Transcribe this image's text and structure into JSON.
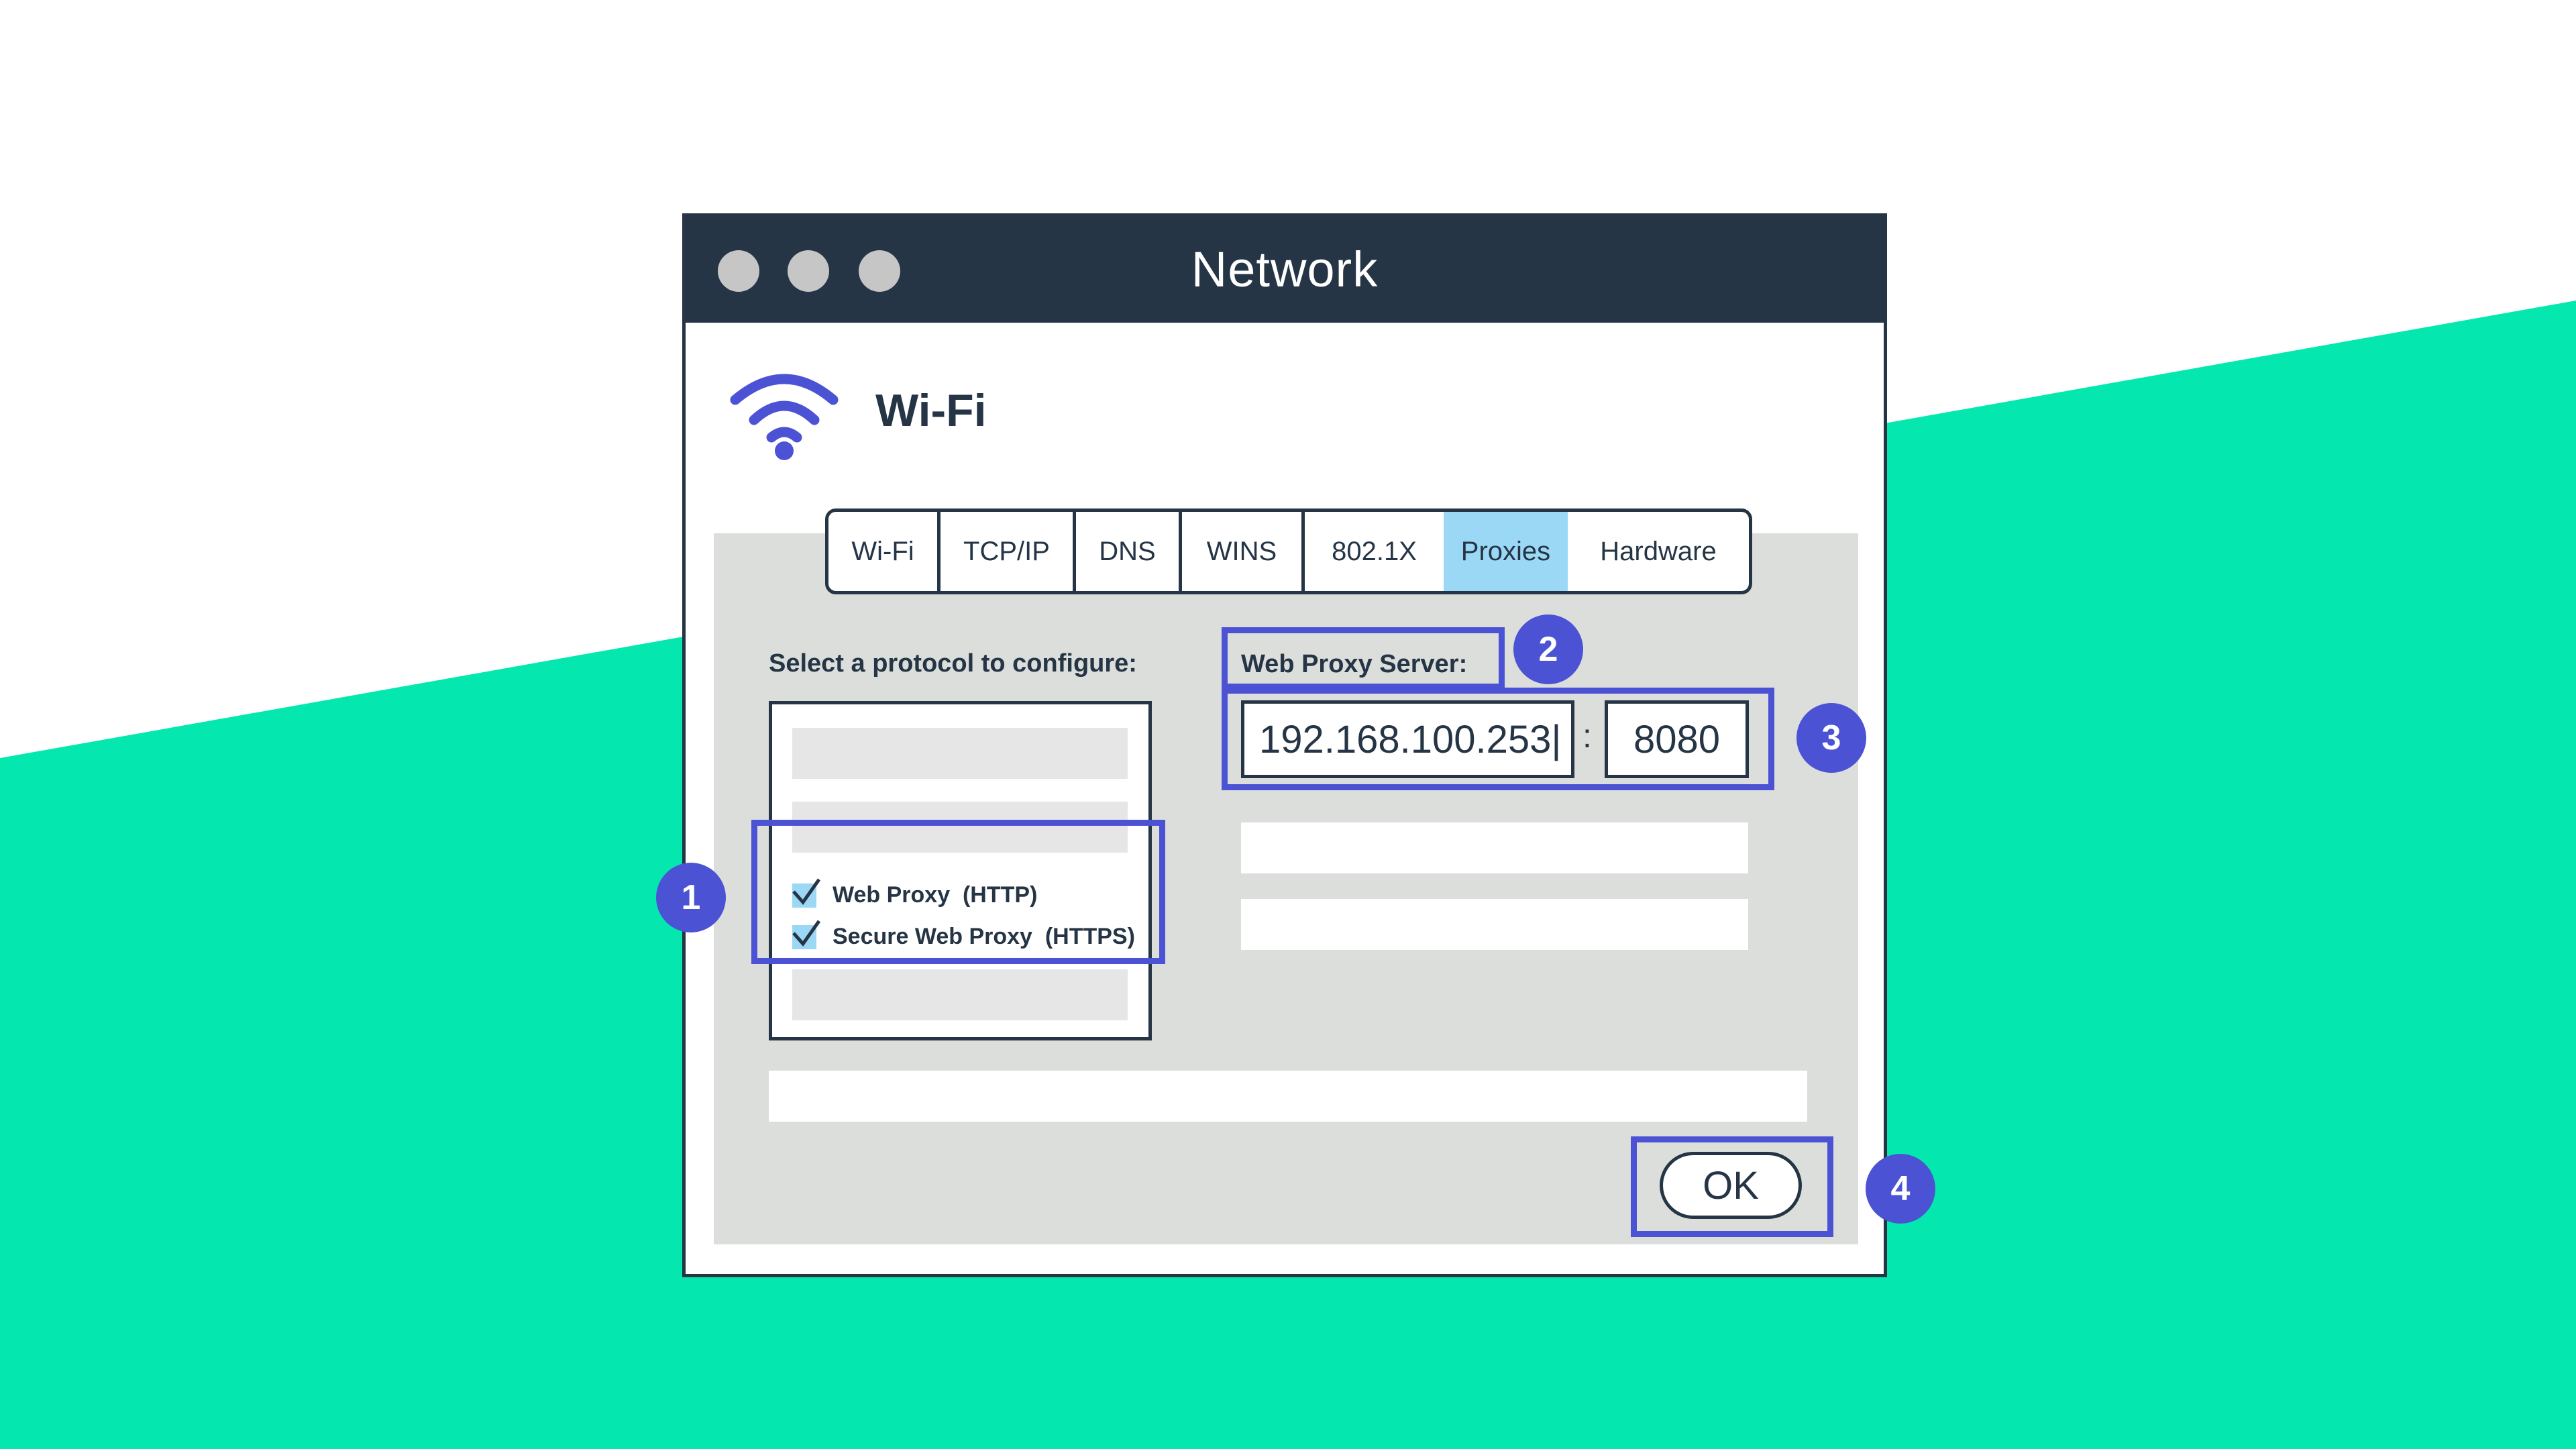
{
  "colors": {
    "accent_green": "#04e8b0",
    "titlebar": "#253545",
    "highlight": "#4c52d4",
    "active_tab": "#9ad8f6",
    "panel": "#dcdedb"
  },
  "window": {
    "title": "Network",
    "section_title": "Wi-Fi",
    "section_icon": "wifi-icon"
  },
  "tabs": [
    {
      "label": "Wi-Fi"
    },
    {
      "label": "TCP/IP"
    },
    {
      "label": "DNS"
    },
    {
      "label": "WINS"
    },
    {
      "label": "802.1X"
    },
    {
      "label": "Proxies",
      "active": true
    },
    {
      "label": "Hardware"
    }
  ],
  "protocols": {
    "label": "Select a protocol to configure:",
    "items": [
      {
        "label": "Web Proxy  (HTTP)",
        "checked": true
      },
      {
        "label": "Secure Web Proxy  (HTTPS)",
        "checked": true
      }
    ]
  },
  "proxy_server": {
    "label": "Web Proxy Server:",
    "address": "192.168.100.253|",
    "separator": ":",
    "port": "8080"
  },
  "ok_button": {
    "label": "OK"
  },
  "badges": [
    "1",
    "2",
    "3",
    "4"
  ]
}
